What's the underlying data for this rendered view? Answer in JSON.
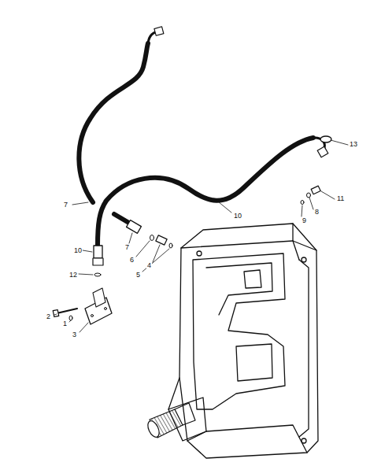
{
  "diagram": {
    "labels": [
      "13",
      "10",
      "11",
      "8",
      "9",
      "7",
      "7",
      "6",
      "4",
      "5",
      "10",
      "12",
      "2",
      "1",
      "3"
    ]
  }
}
